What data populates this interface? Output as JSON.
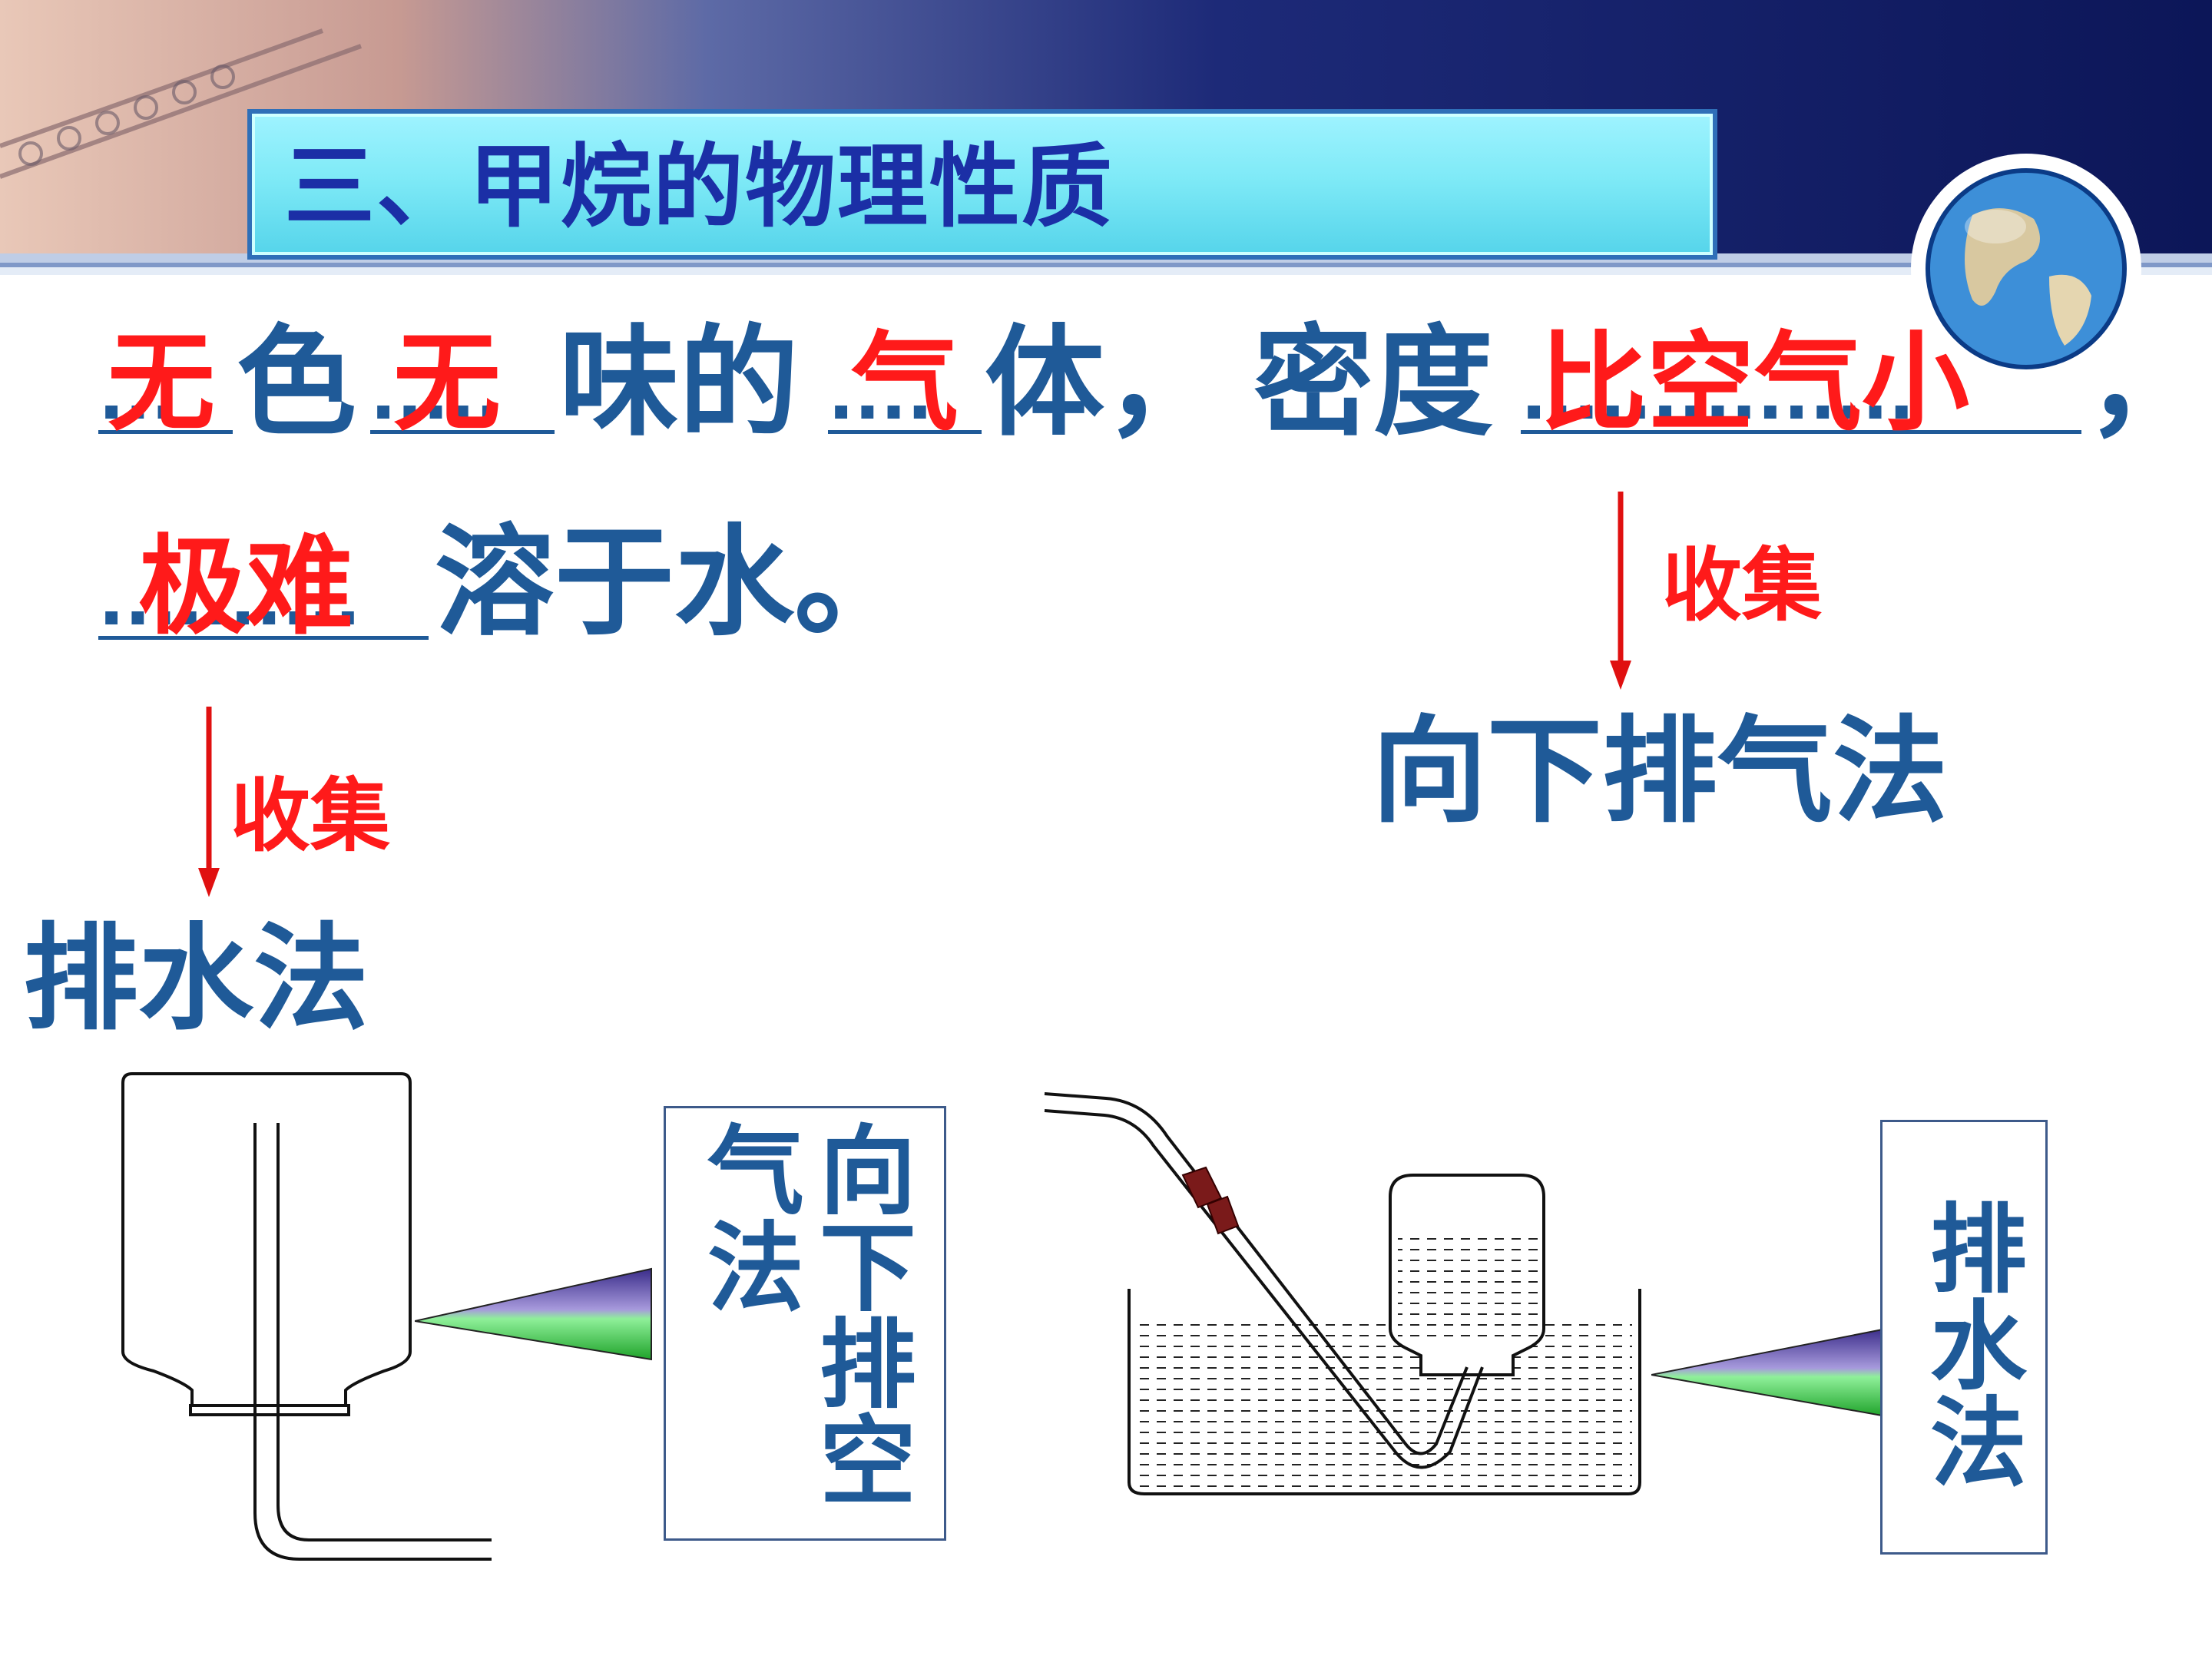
{
  "header": {
    "title": "三、甲烷的物理性质"
  },
  "sentence": {
    "fill_1": "无",
    "text_1": "色",
    "fill_2": "无",
    "text_2": "味的",
    "fill_3": "气",
    "text_3": "体，",
    "text_4": "密度",
    "fill_4": "比空气小",
    "text_5": "，",
    "fill_5": "极难",
    "text_6": "溶于水。"
  },
  "arrows": {
    "right_label": "收集",
    "right_result": "向下排气法",
    "left_label": "收集",
    "left_result": "排水法"
  },
  "diagram_labels": {
    "left_box_col1": "向下排空",
    "left_box_col2": "气法",
    "right_box": "排水法"
  },
  "colors": {
    "blue_text": "#1f5a98",
    "red_fill": "#ff1a1a",
    "title_text": "#1b2fa6",
    "title_box": "#7feaf7"
  }
}
